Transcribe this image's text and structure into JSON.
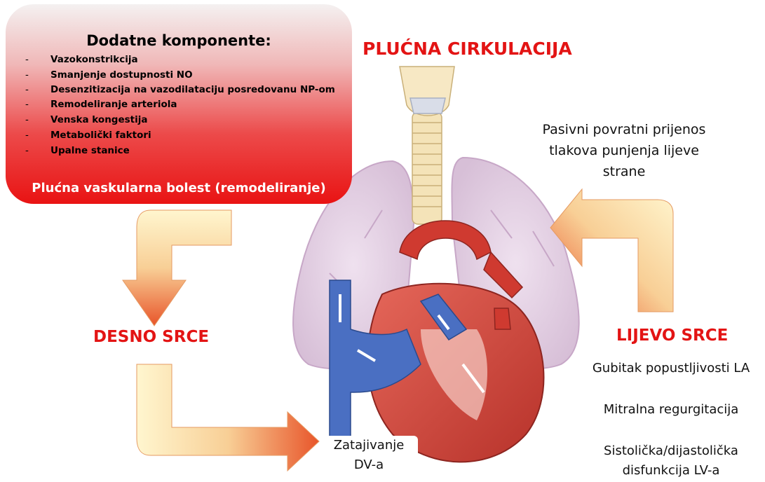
{
  "info_box": {
    "title": "Dodatne komponente:",
    "dash": "-",
    "items": [
      "Vazokonstrikcija",
      "Smanjenje dostupnosti NO",
      "Desenzitizacija na vazodilataciju posredovanu NP-om",
      "Remodeliranje arteriola",
      "Venska kongestija",
      "Metabolički faktori",
      "Upalne stanice"
    ],
    "footer": "Plućna vaskularna bolest (remodeliranje)"
  },
  "labels": {
    "pulmonary": "PLUĆNA CIRKULACIJA",
    "right_heart": "DESNO SRCE",
    "left_heart": "LIJEVO SRCE"
  },
  "texts": {
    "passive_line1": "Pasivni povratni prijenos",
    "passive_line2": "tlakova punjenja lijeve",
    "passive_line3": "strane",
    "rv_failure_line1": "Zatajivanje",
    "rv_failure_line2": "DV-a",
    "left_1": "Gubitak popustljivosti LA",
    "left_2": "Mitralna regurgitacija",
    "left_3_line1": "Sistolička/dijastolička",
    "left_3_line2": "disfunkcija LV-a"
  },
  "colors": {
    "accent_red": "#e31414",
    "arrow_light": "#fff4c8",
    "arrow_dark": "#e8552a",
    "lung": "#ddc5dd",
    "trachea": "#f4e3b8"
  }
}
